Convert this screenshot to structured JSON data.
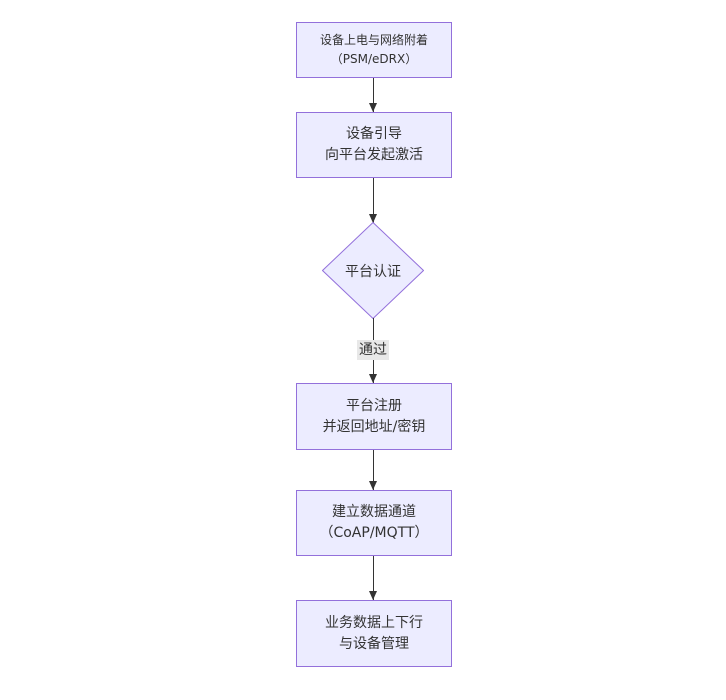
{
  "colors": {
    "canvas_bg": "#ffffff",
    "node_fill": "#ECECFF",
    "node_border": "#9370DB",
    "text": "#333333",
    "edge_line": "#333333",
    "edge_label_bg": "#e8e8e8"
  },
  "flowchart": {
    "nodes": [
      {
        "id": "device-power-network-attach",
        "shape": "rect",
        "lines": [
          "设备上电与网络附着",
          "（PSM/eDRX）"
        ]
      },
      {
        "id": "device-bootstrap",
        "shape": "rect",
        "lines": [
          "设备引导",
          "向平台发起激活"
        ]
      },
      {
        "id": "platform-auth",
        "shape": "diamond",
        "lines": [
          "平台认证"
        ]
      },
      {
        "id": "platform-register",
        "shape": "rect",
        "lines": [
          "平台注册",
          "并返回地址/密钥"
        ]
      },
      {
        "id": "data-channel",
        "shape": "rect",
        "lines": [
          "建立数据通道",
          "（CoAP/MQTT）"
        ]
      },
      {
        "id": "business-data",
        "shape": "rect",
        "lines": [
          "业务数据上下行",
          "与设备管理"
        ]
      }
    ],
    "edge_labels": [
      {
        "from": "platform-auth",
        "to": "platform-register",
        "label": "通过"
      }
    ]
  }
}
